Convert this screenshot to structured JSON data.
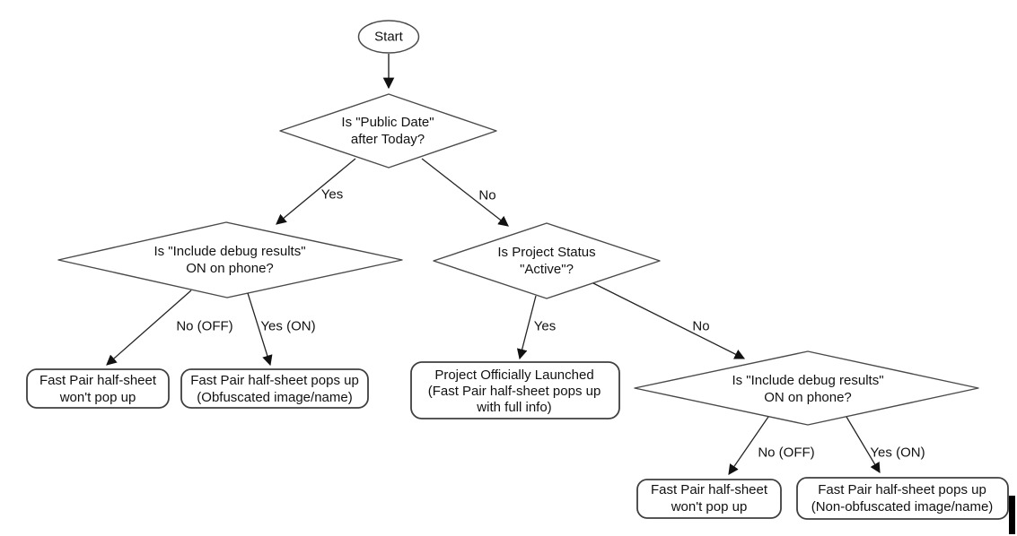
{
  "nodes": {
    "start": {
      "label": "Start"
    },
    "public_date": {
      "lines": [
        "Is \"Public Date\"",
        "after Today?"
      ]
    },
    "debug_left": {
      "lines": [
        "Is \"Include debug results\"",
        "ON on phone?"
      ]
    },
    "project_status": {
      "lines": [
        "Is Project Status",
        "\"Active\"?"
      ]
    },
    "debug_right": {
      "lines": [
        "Is \"Include debug results\"",
        "ON on phone?"
      ]
    },
    "no_popup_left": {
      "lines": [
        "Fast Pair half-sheet",
        "won't pop up"
      ]
    },
    "obfuscated_popup": {
      "lines": [
        "Fast Pair half-sheet pops up",
        "(Obfuscated image/name)"
      ]
    },
    "launched": {
      "lines": [
        "Project Officially Launched",
        "(Fast Pair half-sheet pops up",
        "with full info)"
      ]
    },
    "no_popup_right": {
      "lines": [
        "Fast Pair half-sheet",
        "won't pop up"
      ]
    },
    "non_obfuscated_popup": {
      "lines": [
        "Fast Pair half-sheet pops up",
        "(Non-obfuscated image/name)"
      ]
    }
  },
  "edge_labels": {
    "public_date_yes": "Yes",
    "public_date_no": "No",
    "debug_left_no": "No (OFF)",
    "debug_left_yes": "Yes (ON)",
    "project_status_yes": "Yes",
    "project_status_no": "No",
    "debug_right_no": "No (OFF)",
    "debug_right_yes": "Yes (ON)"
  },
  "colors": {
    "shape_stroke": "#4a4a4a",
    "box_stroke": "#3f3f3f",
    "arrow_stroke": "#242424",
    "text": "#111111",
    "background": "#ffffff",
    "cursor_bar": "#000000"
  }
}
